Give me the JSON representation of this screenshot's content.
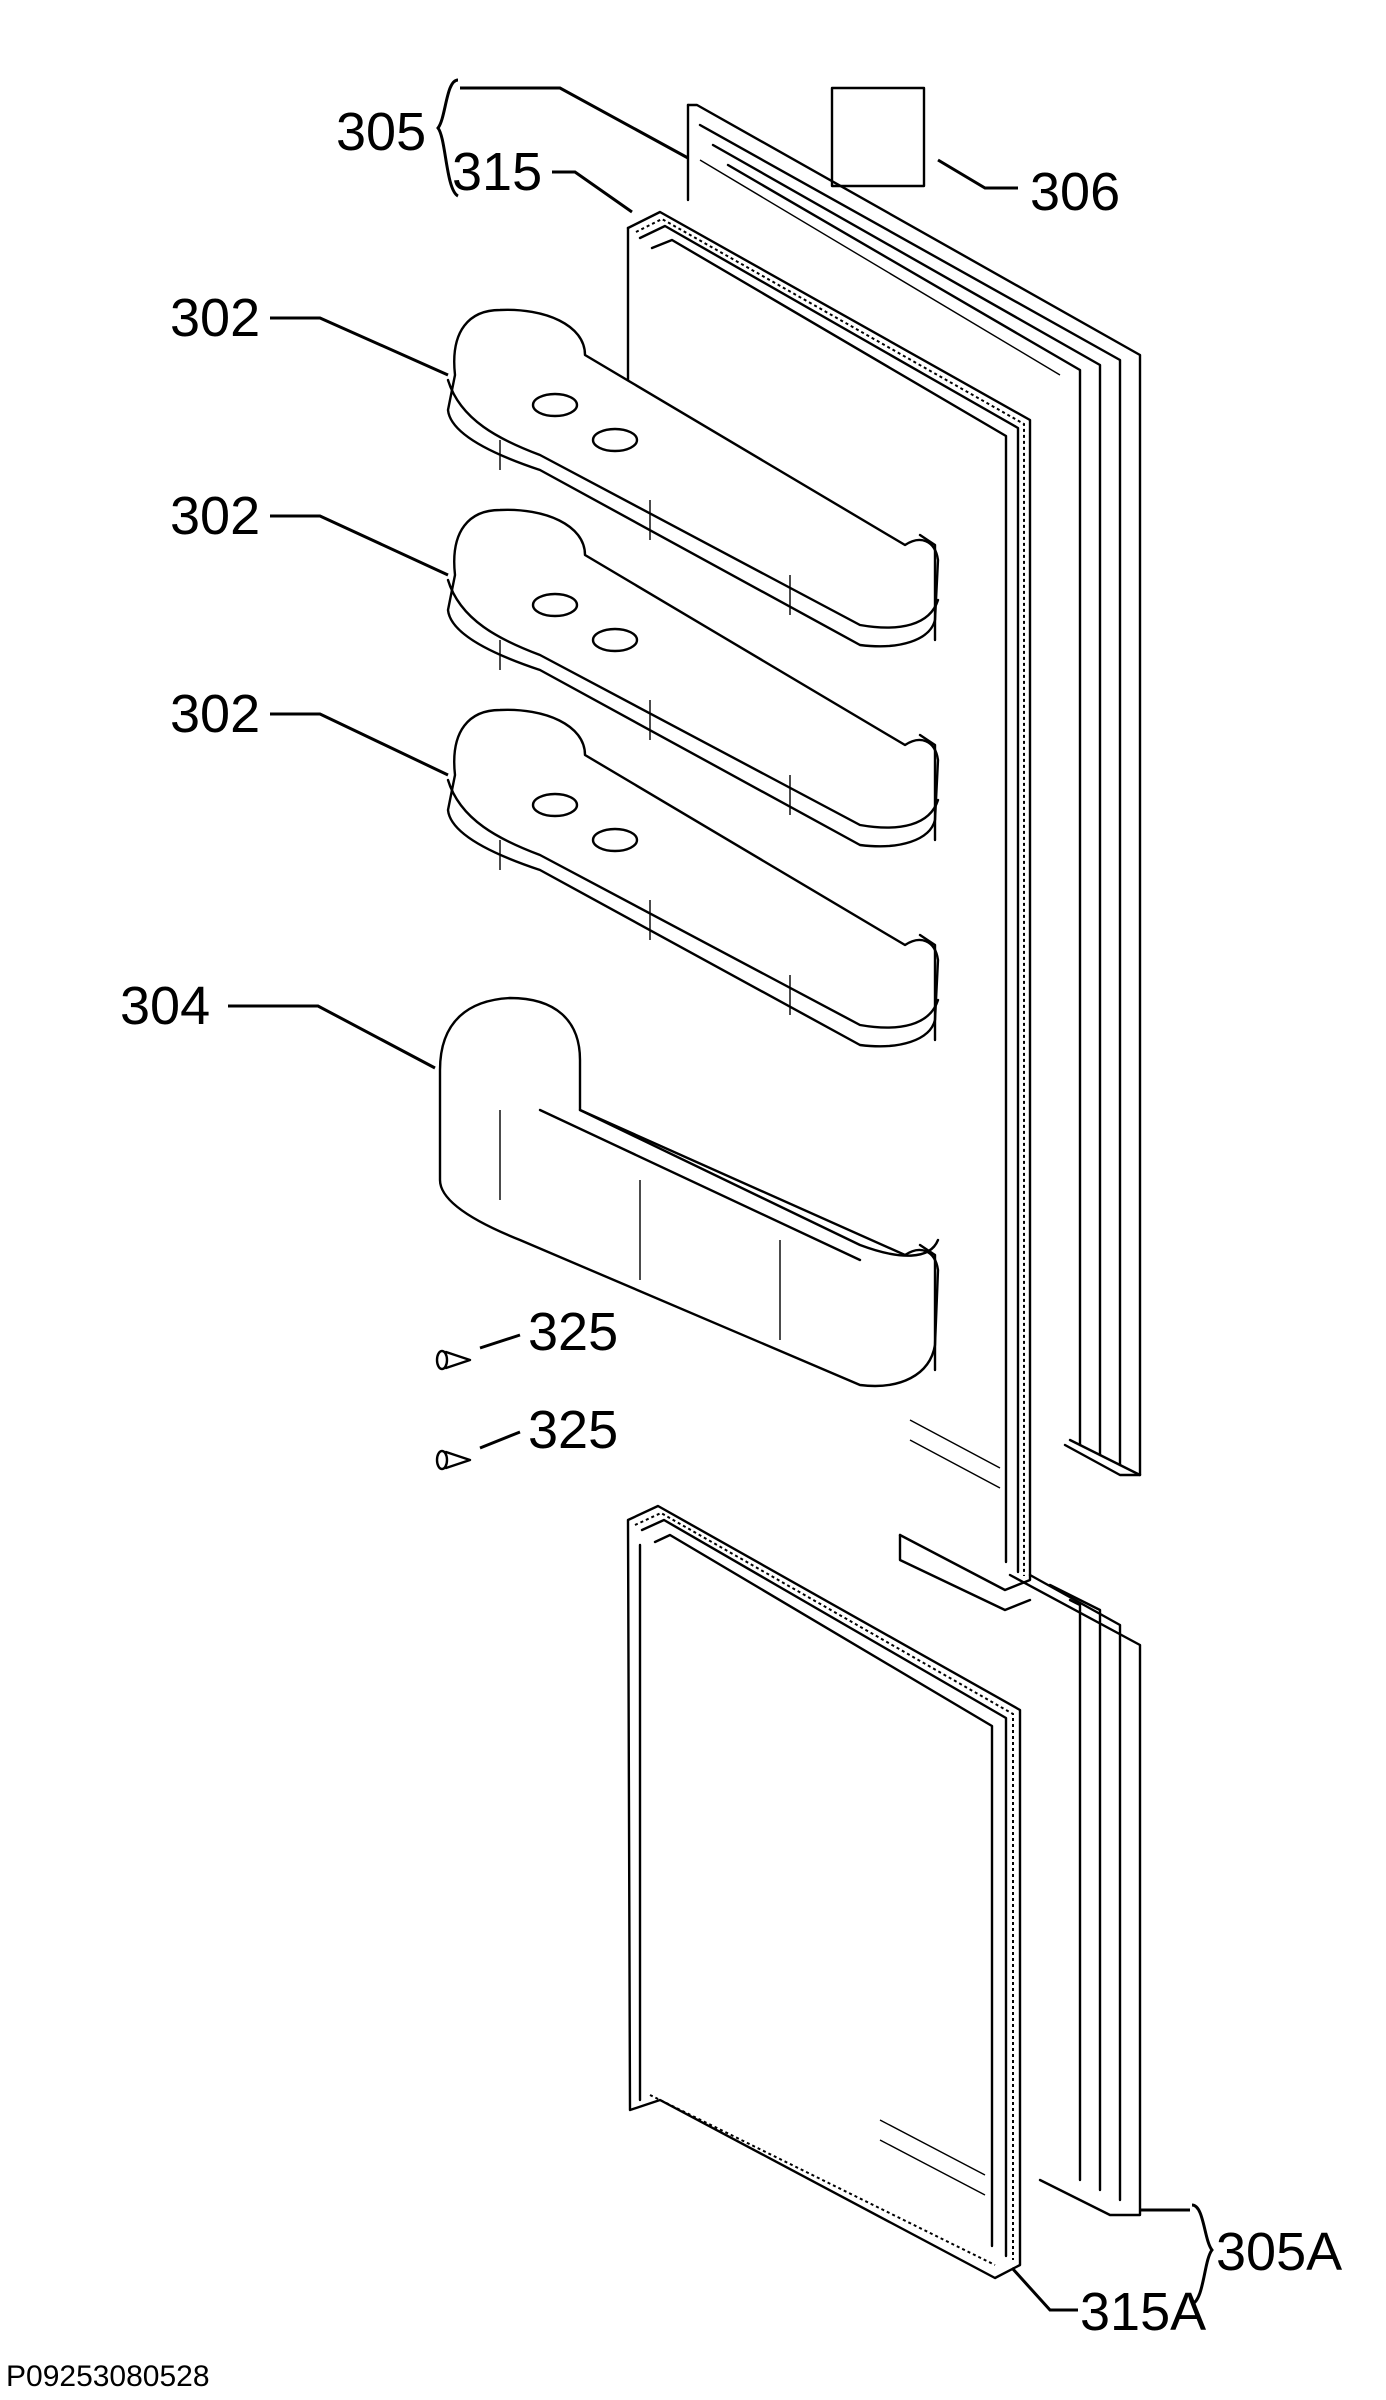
{
  "labels": {
    "door_assembly_upper": "305",
    "gasket_upper": "315",
    "rating_label": "306",
    "shelf_1": "302",
    "shelf_2": "302",
    "shelf_3": "302",
    "bottle_shelf": "304",
    "screw_1": "325",
    "screw_2": "325",
    "door_assembly_lower": "305A",
    "gasket_lower": "315A"
  },
  "drawing_code": "P09253080528"
}
